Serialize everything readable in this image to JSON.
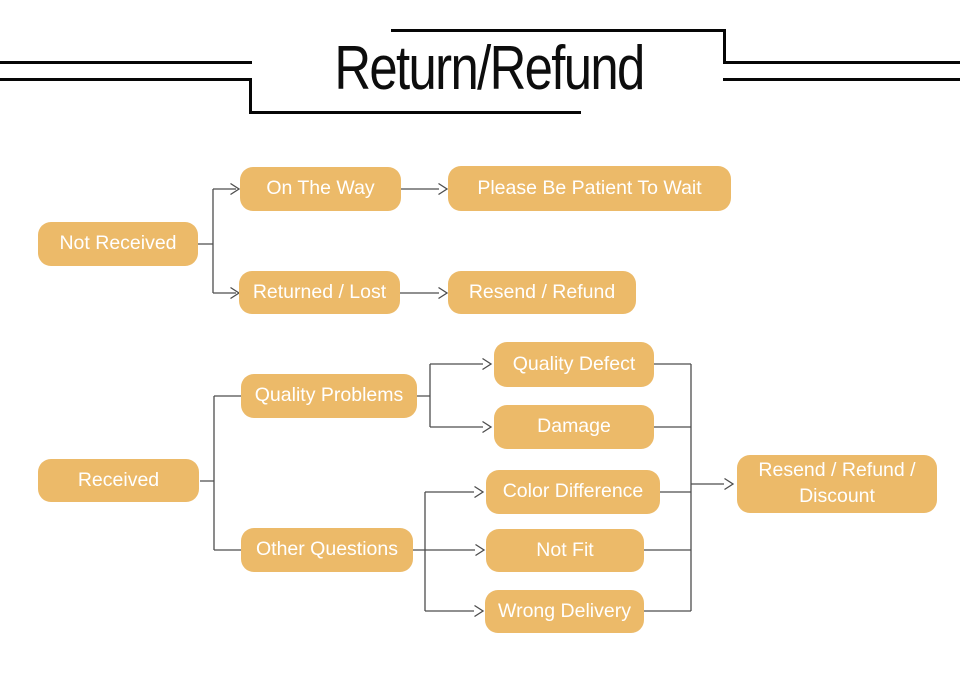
{
  "title": "Return/Refund",
  "diagram": {
    "nodes": [
      {
        "id": "not-received",
        "label": "Not Received"
      },
      {
        "id": "on-the-way",
        "label": "On The Way"
      },
      {
        "id": "please-wait",
        "label": "Please Be Patient To Wait"
      },
      {
        "id": "returned-lost",
        "label": "Returned / Lost"
      },
      {
        "id": "resend-refund",
        "label": "Resend / Refund"
      },
      {
        "id": "received",
        "label": "Received"
      },
      {
        "id": "quality-problems",
        "label": "Quality Problems"
      },
      {
        "id": "other-questions",
        "label": "Other Questions"
      },
      {
        "id": "quality-defect",
        "label": "Quality Defect"
      },
      {
        "id": "damage",
        "label": "Damage"
      },
      {
        "id": "color-difference",
        "label": "Color Difference"
      },
      {
        "id": "not-fit",
        "label": "Not Fit"
      },
      {
        "id": "wrong-delivery",
        "label": "Wrong Delivery"
      },
      {
        "id": "resend-refund-discount",
        "label": "Resend / Refund / Discount"
      }
    ],
    "edges": [
      {
        "from": "not-received",
        "to": "on-the-way",
        "arrow": true
      },
      {
        "from": "not-received",
        "to": "returned-lost",
        "arrow": true
      },
      {
        "from": "on-the-way",
        "to": "please-wait",
        "arrow": true
      },
      {
        "from": "returned-lost",
        "to": "resend-refund",
        "arrow": true
      },
      {
        "from": "received",
        "to": "quality-problems",
        "arrow": false
      },
      {
        "from": "received",
        "to": "other-questions",
        "arrow": false
      },
      {
        "from": "quality-problems",
        "to": "quality-defect",
        "arrow": true
      },
      {
        "from": "quality-problems",
        "to": "damage",
        "arrow": true
      },
      {
        "from": "other-questions",
        "to": "color-difference",
        "arrow": true
      },
      {
        "from": "other-questions",
        "to": "not-fit",
        "arrow": true
      },
      {
        "from": "other-questions",
        "to": "wrong-delivery",
        "arrow": true
      },
      {
        "from": "quality-defect",
        "to": "resend-refund-discount",
        "arrow": true
      },
      {
        "from": "damage",
        "to": "resend-refund-discount",
        "arrow": true
      },
      {
        "from": "color-difference",
        "to": "resend-refund-discount",
        "arrow": true
      },
      {
        "from": "not-fit",
        "to": "resend-refund-discount",
        "arrow": true
      },
      {
        "from": "wrong-delivery",
        "to": "resend-refund-discount",
        "arrow": true
      }
    ],
    "colors": {
      "node_fill": "#ECBA69",
      "node_text": "#FFFFFF",
      "connector": "#4D4D4D",
      "title_text": "#0D0D0D"
    }
  }
}
